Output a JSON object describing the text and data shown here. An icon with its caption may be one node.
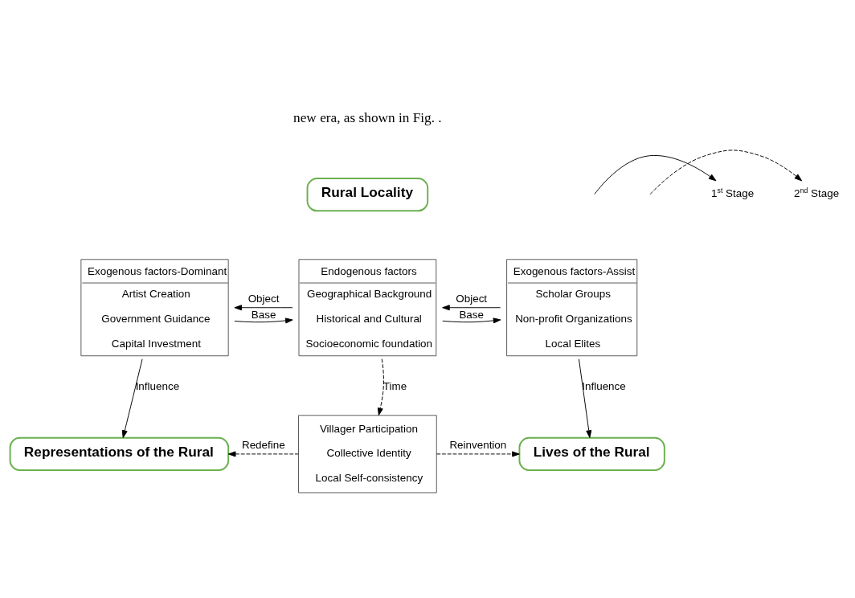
{
  "diagram": {
    "nodes": [
      {
        "text": [
          "Rural Locality"
        ]
      },
      {
        "text": [
          "Exogenous factors-Dominant",
          "Artist Creation",
          "Government Guidance",
          "Capital Investment"
        ]
      },
      {
        "text": [
          "Endogenous factors",
          "Geographical Background",
          "Historical and Cultural",
          "Socioeconomic foundation"
        ]
      },
      {
        "text": [
          "Exogenous factors-Assist",
          "Scholar Groups",
          "Non-profit Organizations",
          "Local Elites"
        ]
      },
      {
        "text": [
          "Representations of the Rural"
        ]
      },
      {
        "text": [
          "Villager Participation",
          "Collective Identity",
          "Local Self-consistency"
        ]
      },
      {
        "text": [
          "Lives of the Rural"
        ]
      }
    ],
    "edges": [
      {
        "from": 1,
        "to": 2,
        "arrow": "to",
        "label": "Base"
      },
      {
        "from": 2,
        "to": 1,
        "arrow": "to",
        "label": "Object"
      },
      {
        "from": 2,
        "to": 3,
        "arrow": "to",
        "label": "Base"
      },
      {
        "from": 3,
        "to": 2,
        "arrow": "to",
        "label": "Object"
      },
      {
        "from": 1,
        "to": 4,
        "arrow": "to",
        "label": "Influence"
      },
      {
        "from": 2,
        "to": 5,
        "arrow": "to",
        "label": "Time",
        "style": "dashed"
      },
      {
        "from": 3,
        "to": 6,
        "arrow": "to",
        "label": "Influence"
      },
      {
        "from": 5,
        "to": 4,
        "arrow": "to",
        "label": "Redefine",
        "style": "dashed"
      },
      {
        "from": 5,
        "to": 6,
        "arrow": "to",
        "label": "Reinvention",
        "style": "dashed"
      }
    ],
    "labels": [
      "new era, as shown in Fig. ."
    ],
    "legend": [
      {
        "text": "1$^{st}$ Stage"
      },
      {
        "text": "2$^{nd}$ Stage"
      }
    ]
  }
}
